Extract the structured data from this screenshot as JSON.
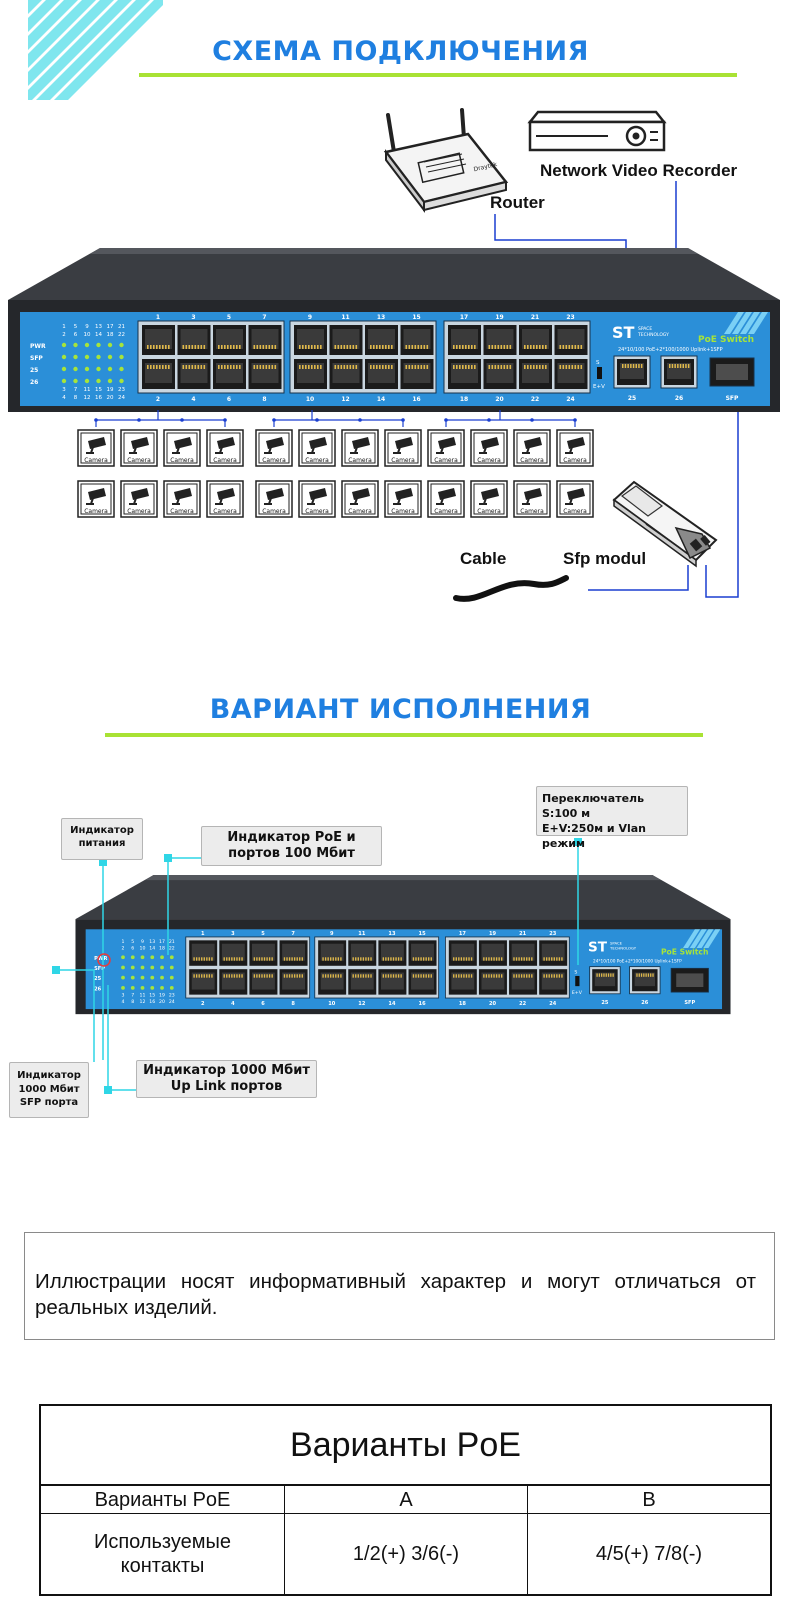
{
  "section1": {
    "title": "СХЕМА ПОДКЛЮЧЕНИЯ"
  },
  "section2": {
    "title": "ВАРИАНТ ИСПОЛНЕНИЯ"
  },
  "diagram": {
    "router_label": "Router",
    "router_brand": "Draytek",
    "nvr_label": "Network Video Recorder",
    "cable_label": "Cable",
    "sfp_label": "Sfp modul",
    "camera_label": "Camera"
  },
  "switch": {
    "brand": "ST",
    "brand_sub1": "SPACE",
    "brand_sub2": "TECHNOLOGY",
    "model": "PoE Switch",
    "spec": "24*10/100 PoE+2*100/1000 Uplink+1SFP",
    "led_labels": [
      "PWR",
      "SFP",
      "25",
      "26"
    ],
    "led_top_row1": [
      "1",
      "5",
      "9",
      "13",
      "17",
      "21"
    ],
    "led_top_row2": [
      "2",
      "6",
      "10",
      "14",
      "18",
      "22"
    ],
    "led_bot_row1": [
      "3",
      "7",
      "11",
      "15",
      "19",
      "23"
    ],
    "led_bot_row2": [
      "4",
      "8",
      "12",
      "16",
      "20",
      "24"
    ],
    "port_top": [
      "1",
      "3",
      "5",
      "7",
      "9",
      "11",
      "13",
      "15",
      "17",
      "19",
      "21",
      "23"
    ],
    "port_bot": [
      "2",
      "4",
      "6",
      "8",
      "10",
      "12",
      "14",
      "16",
      "18",
      "20",
      "22",
      "24"
    ],
    "uplink_ports": [
      "25",
      "26"
    ],
    "sfp_port": "SFP",
    "switch_s": "S",
    "switch_ev": "E+V"
  },
  "callouts": {
    "power_indicator": "Индикатор питания",
    "poe_indicator": "Индикатор PoE и портов 100 Мбит",
    "switch_mode": [
      "Переключатель",
      "S:100 м",
      "E+V:250м и Vlan режим"
    ],
    "sfp_1000_indicator": [
      "Индикатор",
      "1000 Мбит",
      "SFP порта"
    ],
    "uplink_1000_indicator": [
      "Индикатор 1000 Мбит",
      "Up Link портов"
    ]
  },
  "note": "Иллюстрации носят информативный характер и могут отличаться от реальных изделий.",
  "poe_table": {
    "title": "Варианты PoE",
    "header": [
      "Варианты PoE",
      "A",
      "B"
    ],
    "row": [
      "Используемые контакты",
      "1/2(+) 3/6(-)",
      "4/5(+) 7/8(-)"
    ]
  },
  "colors": {
    "accent": "#1f7fe0",
    "underline": "#a9e234",
    "switch_panel": "#2b8fd8",
    "link": "#1a3fd0",
    "callout_line": "#2fd6e6"
  }
}
